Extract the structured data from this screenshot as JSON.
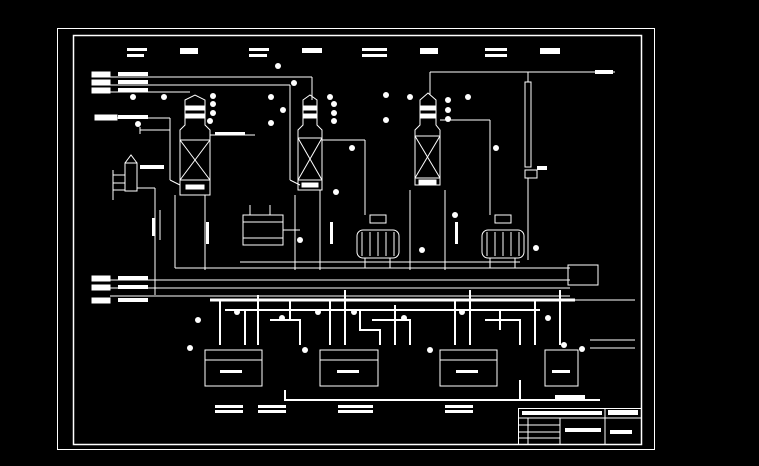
{
  "canvas": {
    "background": "#000000",
    "line_color": "#ffffff",
    "border_color": "#ffffff"
  },
  "title_block": {
    "school_name": "",
    "drawing_title": ""
  },
  "equipment": {
    "columns": 3,
    "reboilers": 3,
    "tanks": 4,
    "condensers": 1
  }
}
